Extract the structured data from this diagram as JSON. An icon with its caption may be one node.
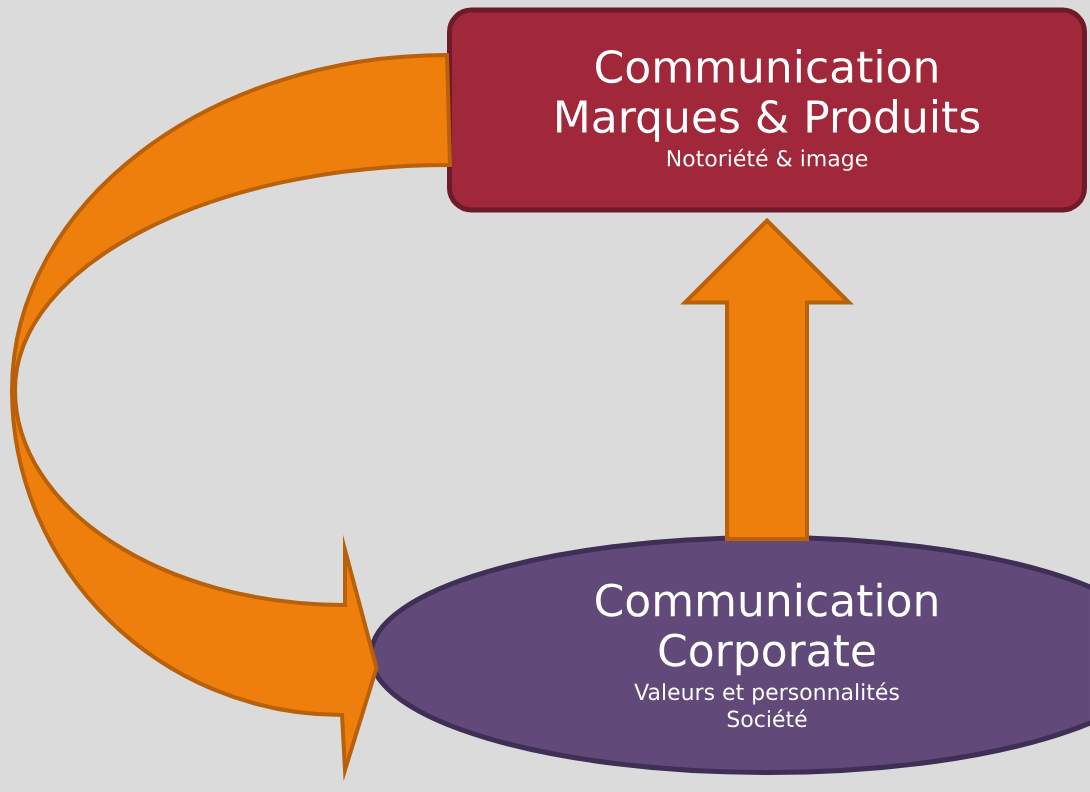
{
  "diagram": {
    "nodes": [
      {
        "text": [
          "Communication Marques & Produits",
          "Notoriété & image"
        ]
      },
      {
        "text": [
          "Communication Corporate",
          "Valeurs et personnalités Société"
        ]
      }
    ],
    "edges": [
      {
        "from": 1,
        "to": 0,
        "arrow": "to"
      },
      {
        "from": 0,
        "to": 1,
        "arrow": "to"
      }
    ]
  }
}
